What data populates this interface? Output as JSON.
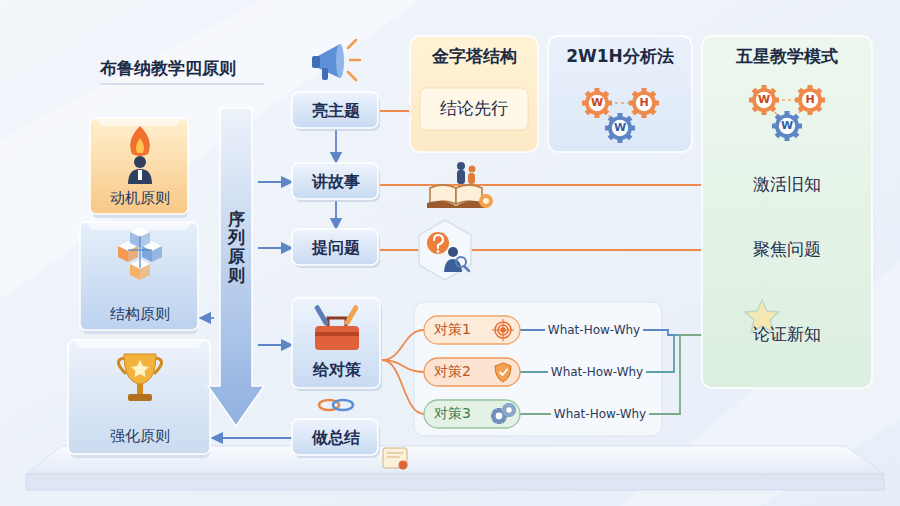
{
  "diagram": {
    "title": "布鲁纳教学四原则",
    "nodes": [
      {
        "text": [
          "动机原则"
        ]
      },
      {
        "text": [
          "结构原则"
        ]
      },
      {
        "text": [
          "强化原则"
        ]
      },
      {
        "text": [
          "序列原则"
        ]
      },
      {
        "text": [
          "亮主题"
        ]
      },
      {
        "text": [
          "讲故事"
        ]
      },
      {
        "text": [
          "提问题"
        ]
      },
      {
        "text": [
          "给对策"
        ]
      },
      {
        "text": [
          "做总结"
        ]
      },
      {
        "text": [
          "金字塔结构"
        ]
      },
      {
        "text": [
          "结论先行"
        ],
        "in": 9
      },
      {
        "text": [
          "2W1H分析法"
        ]
      },
      {
        "text": [
          "五星教学模式"
        ]
      },
      {
        "text": [
          "激活旧知"
        ],
        "in": 12
      },
      {
        "text": [
          "聚焦问题"
        ],
        "in": 12
      },
      {
        "text": [
          "论证新知"
        ],
        "in": 12
      },
      {
        "text": [
          "对策1"
        ]
      },
      {
        "text": [
          "对策2"
        ]
      },
      {
        "text": [
          "对策3"
        ]
      }
    ],
    "edges": [
      {
        "from": 4,
        "to": 5,
        "arrow": "to"
      },
      {
        "from": 5,
        "to": 6,
        "arrow": "to"
      },
      {
        "from": 3,
        "to": 5,
        "arrow": "to"
      },
      {
        "from": 3,
        "to": 6,
        "arrow": "to"
      },
      {
        "from": 3,
        "to": 7,
        "arrow": "to"
      },
      {
        "from": 3,
        "to": 1,
        "arrow": "to"
      },
      {
        "from": 8,
        "to": 2,
        "arrow": "to"
      },
      {
        "from": 4,
        "to": 10,
        "arrow": "to"
      },
      {
        "from": 5,
        "to": 13,
        "arrow": "to"
      },
      {
        "from": 6,
        "to": 14,
        "arrow": "to"
      },
      {
        "from": 7,
        "to": 16,
        "arrow": "none"
      },
      {
        "from": 7,
        "to": 17,
        "arrow": "none"
      },
      {
        "from": 7,
        "to": 18,
        "arrow": "none"
      },
      {
        "from": 16,
        "to": 15,
        "label": "What-How-Why",
        "arrow": "to"
      },
      {
        "from": 17,
        "to": 15,
        "label": "What-How-Why",
        "arrow": "to"
      },
      {
        "from": 18,
        "to": 15,
        "label": "What-How-Why",
        "arrow": "to"
      }
    ],
    "labels": [
      "W",
      "H",
      "W",
      "W",
      "H",
      "W"
    ]
  }
}
